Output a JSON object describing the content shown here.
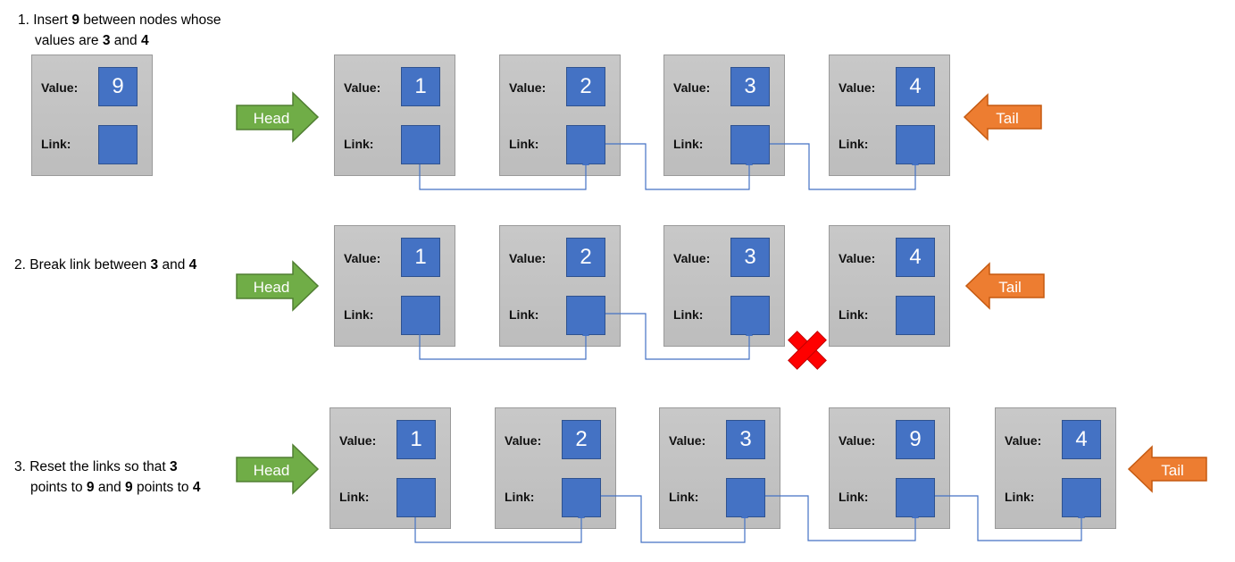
{
  "steps": [
    {
      "caption_lines": [
        [
          {
            "t": "1. Insert "
          },
          {
            "t": "9",
            "b": true
          },
          {
            "t": " between nodes whose"
          }
        ],
        [
          {
            "t": "values are "
          },
          {
            "t": "3",
            "b": true
          },
          {
            "t": " and "
          },
          {
            "t": "4",
            "b": true
          }
        ]
      ],
      "new_node": {
        "value_label": "Value:",
        "link_label": "Link:",
        "value": "9"
      },
      "head_label": "Head",
      "tail_label": "Tail",
      "nodes": [
        {
          "value_label": "Value:",
          "link_label": "Link:",
          "value": "1"
        },
        {
          "value_label": "Value:",
          "link_label": "Link:",
          "value": "2"
        },
        {
          "value_label": "Value:",
          "link_label": "Link:",
          "value": "3"
        },
        {
          "value_label": "Value:",
          "link_label": "Link:",
          "value": "4"
        }
      ]
    },
    {
      "caption_lines": [
        [
          {
            "t": "2. Break link between "
          },
          {
            "t": "3",
            "b": true
          },
          {
            "t": " and "
          },
          {
            "t": "4",
            "b": true
          }
        ]
      ],
      "head_label": "Head",
      "tail_label": "Tail",
      "nodes": [
        {
          "value_label": "Value:",
          "link_label": "Link:",
          "value": "1"
        },
        {
          "value_label": "Value:",
          "link_label": "Link:",
          "value": "2"
        },
        {
          "value_label": "Value:",
          "link_label": "Link:",
          "value": "3"
        },
        {
          "value_label": "Value:",
          "link_label": "Link:",
          "value": "4"
        }
      ],
      "broken_link_marker": "red-x-icon"
    },
    {
      "caption_lines": [
        [
          {
            "t": "3. Reset the links so that "
          },
          {
            "t": "3",
            "b": true
          }
        ],
        [
          {
            "t": "points to "
          },
          {
            "t": "9",
            "b": true
          },
          {
            "t": " and "
          },
          {
            "t": "9",
            "b": true
          },
          {
            "t": " points to "
          },
          {
            "t": "4",
            "b": true
          }
        ]
      ],
      "head_label": "Head",
      "tail_label": "Tail",
      "nodes": [
        {
          "value_label": "Value:",
          "link_label": "Link:",
          "value": "1"
        },
        {
          "value_label": "Value:",
          "link_label": "Link:",
          "value": "2"
        },
        {
          "value_label": "Value:",
          "link_label": "Link:",
          "value": "3"
        },
        {
          "value_label": "Value:",
          "link_label": "Link:",
          "value": "9"
        },
        {
          "value_label": "Value:",
          "link_label": "Link:",
          "value": "4"
        }
      ]
    }
  ],
  "colors": {
    "head_fill": "#70ad47",
    "head_stroke": "#507e32",
    "tail_fill": "#ed7d31",
    "tail_stroke": "#c55a11",
    "box_fill": "#4472c4",
    "link_line": "#4472c4",
    "break_marker": "#ff0000"
  }
}
